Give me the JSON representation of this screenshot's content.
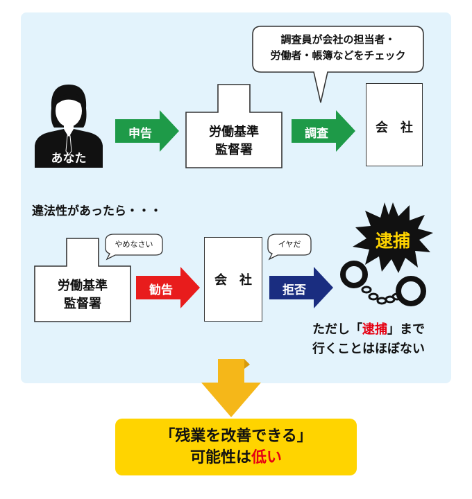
{
  "colors": {
    "panel_bg": "#e3f3fc",
    "arrow_green": "#1e9a48",
    "arrow_red": "#e81c1c",
    "arrow_navy": "#1a2d80",
    "down_arrow": "#f5b719",
    "result_bg": "#ffd400",
    "highlight_red": "#e60012"
  },
  "top_row": {
    "person_label": "あなた",
    "arrow_1": "申告",
    "office_line1": "労働基準",
    "office_line2": "監督署",
    "arrow_2": "調査",
    "company": "会　社",
    "bubble_line1": "調査員が会社の担当者・",
    "bubble_line2": "労働者・帳簿などをチェック"
  },
  "middle": {
    "condition": "違法性があったら・・・"
  },
  "bottom_row": {
    "office_line1": "労働基準",
    "office_line2": "監督署",
    "office_bubble": "やめなさい",
    "arrow_1": "勧告",
    "company": "会　社",
    "company_bubble": "イヤだ",
    "arrow_2": "拒否",
    "arrest_burst": "逮捕",
    "note_line1_a": "ただし「",
    "note_line1_b": "逮捕",
    "note_line1_c": "」まで",
    "note_line2": "行くことはほぼない"
  },
  "result": {
    "line1": "「残業を改善できる」",
    "line2_a": "可能性は",
    "line2_b": "低い"
  }
}
